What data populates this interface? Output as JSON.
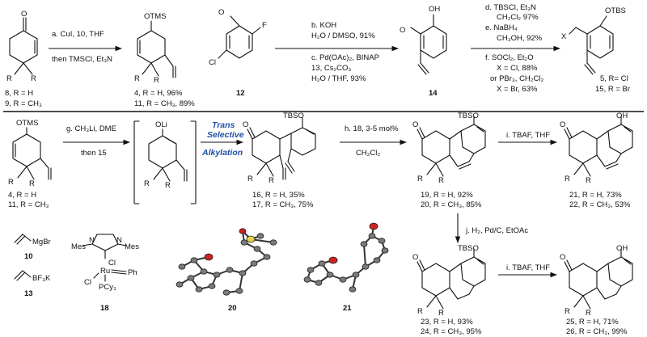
{
  "row1": {
    "step_a": [
      "a. CuI, 10, THF",
      "then TMSCl, Et₃N"
    ],
    "cpd_8": "8, R = H",
    "cpd_9": "9, R = CH₃",
    "prod_4": "4, R = H, 96%",
    "prod_11": "11, R = CH₃, 89%",
    "cpd_12": "12",
    "step_b": [
      "b. KOH",
      "H₂O / DMSO, 91%"
    ],
    "step_c": [
      "c. Pd(OAc)₂, BINAP",
      "13, Cs₂CO₃",
      "H₂O / THF, 93%"
    ],
    "cpd_14": "14",
    "step_d": [
      "d. TBSCl, Et₃N",
      "CH₂Cl₂ 97%"
    ],
    "step_e": [
      "e. NaBH₄",
      "CH₃OH, 92%"
    ],
    "step_f": [
      "f. SOCl₂, Et₂O",
      "X = Cl, 88%",
      "or PBr₃, CH₂Cl₂",
      "X = Br, 63%"
    ],
    "prod_5": "5, R= Cl",
    "prod_15": "15, R = Br"
  },
  "row2": {
    "start_4": "4, R = H",
    "start_11": "11, R = CH₃",
    "step_g": [
      "g. CH₃Li, DME",
      "then 15"
    ],
    "trans_label": [
      "Trans",
      "Selective",
      "Alkylation"
    ],
    "prod_16": "16, R = H, 35%",
    "prod_17": "17, R = CH₃, 75%",
    "step_h": [
      "h. 18, 3-5 mol%",
      "CH₂Cl₂"
    ],
    "prod_19": "19, R = H, 92%",
    "prod_20": "20, R = CH₃, 85%",
    "step_i1": "i. TBAF, THF",
    "prod_21": "21, R = H, 73%",
    "prod_22": "22, R = CH₃, 53%"
  },
  "row3": {
    "reagent_10": "10",
    "reagent_13": "13",
    "reagent_18": "18",
    "xray_20": "20",
    "xray_21": "21",
    "step_j": "j. H₂, Pd/C, EtOAc",
    "step_i2": "i. TBAF, THF",
    "prod_23": "23, R = H, 93%",
    "prod_24": "24, R = CH₃, 95%",
    "prod_25": "25, R = H, 71%",
    "prod_26": "26, R = CH₃, 99%"
  },
  "atoms": {
    "otms": "OTMS",
    "otbs": "OTBS",
    "tbso": "TBSO",
    "oli": "OLi",
    "oh": "OH",
    "o": "O",
    "r": "R",
    "x": "X",
    "f": "F",
    "cl": "Cl",
    "mgbr": "MgBr",
    "bf3k": "BF₃K",
    "mes": "Mes",
    "n": "N",
    "ru": "Ru",
    "ph": "Ph",
    "pcy3": "PCy₃"
  }
}
